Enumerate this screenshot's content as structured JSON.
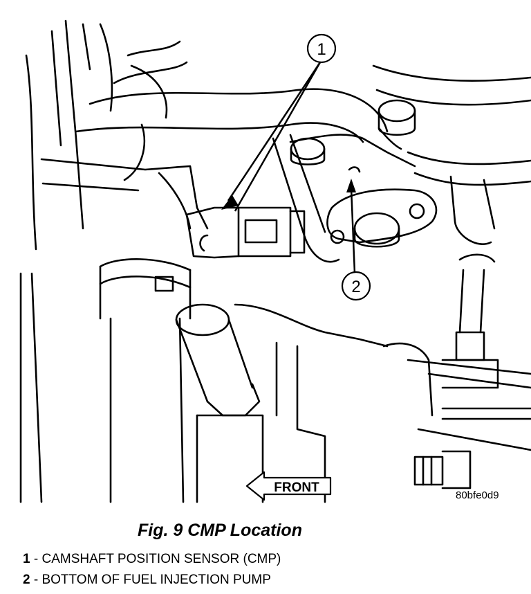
{
  "callouts": [
    {
      "number": "1"
    },
    {
      "number": "2"
    }
  ],
  "direction_label": "FRONT",
  "image_code": "80bfe0d9",
  "caption": "Fig. 9 CMP Location",
  "legend": [
    {
      "number": "1",
      "sep": " - ",
      "text": "CAMSHAFT POSITION SENSOR (CMP)"
    },
    {
      "number": "2",
      "sep": " - ",
      "text": "BOTTOM OF FUEL INJECTION PUMP"
    }
  ]
}
